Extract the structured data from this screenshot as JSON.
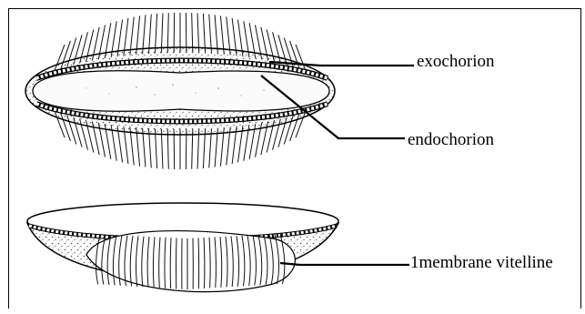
{
  "labels": {
    "exochorion": "exochorion",
    "endochorion": "endochorion",
    "membrane_vitelline": "1membrane vitelline"
  },
  "colors": {
    "ink": "#000000",
    "background": "#ffffff"
  }
}
